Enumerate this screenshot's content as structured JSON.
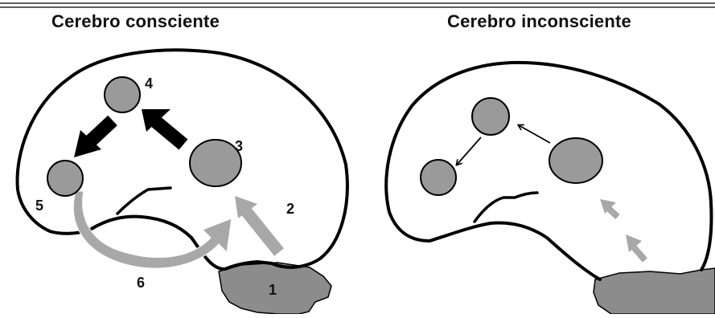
{
  "panels": {
    "left": {
      "title": "Cerebro consciente",
      "labels": [
        "1",
        "2",
        "3",
        "4",
        "5",
        "6"
      ]
    },
    "right": {
      "title": "Cerebro inconsciente"
    }
  },
  "colors": {
    "outline": "#000000",
    "region_fill": "#9a9a9a",
    "cerebellum_fill": "#8c8c8c",
    "strong_arrow": "#000000",
    "light_arrow": "#a8a8a8",
    "background": "#ffffff"
  }
}
